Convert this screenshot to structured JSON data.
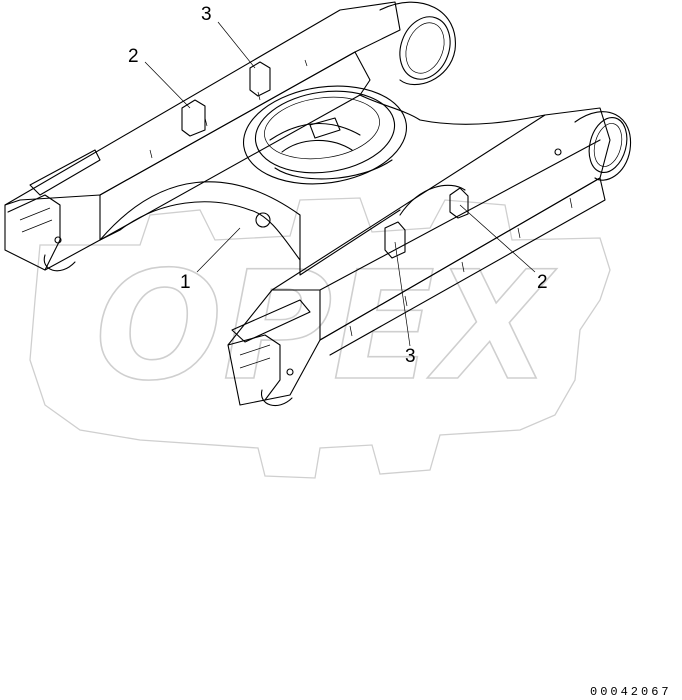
{
  "callouts": [
    {
      "label": "1"
    },
    {
      "label": "2"
    },
    {
      "label": "3"
    },
    {
      "label": "2"
    },
    {
      "label": "3"
    }
  ],
  "watermark": {
    "text": "OPEX"
  },
  "document_number": "00042067"
}
